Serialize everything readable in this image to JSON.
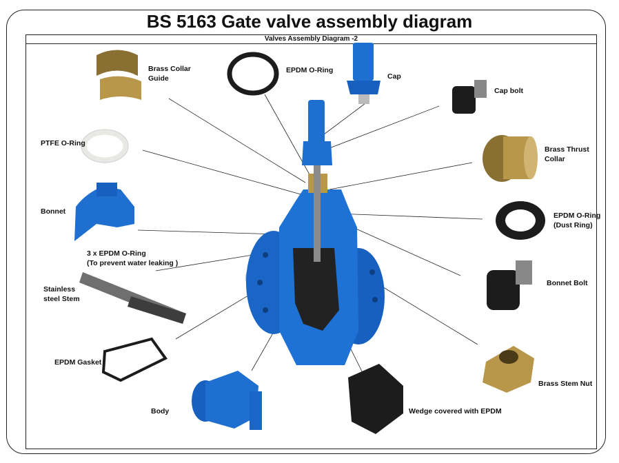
{
  "title": "BS 5163 Gate valve assembly diagram",
  "subtitle": "Valves Assembly Diagram -2",
  "labels": {
    "brass_collar_guide": [
      "Brass Collar",
      "Guide"
    ],
    "epdm_oring": "EPDM O-Ring",
    "cap": "Cap",
    "cap_bolt": "Cap bolt",
    "ptfe_oring": "PTFE O-Ring",
    "brass_thrust_collar": [
      "Brass Thrust",
      "Collar"
    ],
    "bonnet": "Bonnet",
    "epdm_oring_dust": [
      "EPDM O-Ring",
      "(Dust Ring)"
    ],
    "three_epdm_oring": [
      "3 x EPDM O-Ring",
      "(To prevent water leaking )"
    ],
    "stainless_stem": [
      "Stainless",
      "steel Stem"
    ],
    "bonnet_bolt": "Bonnet Bolt",
    "epdm_gasket": "EPDM Gasket",
    "brass_stem_nut": "Brass Stem Nut",
    "body": "Body",
    "wedge": "Wedge covered with EPDM"
  },
  "colors": {
    "valve_blue": "#1e6fd0",
    "brass": "#b8974a",
    "epdm_black": "#1c1c1c",
    "ptfe_white": "#f2f2f0",
    "steel": "#6f6f6f"
  }
}
